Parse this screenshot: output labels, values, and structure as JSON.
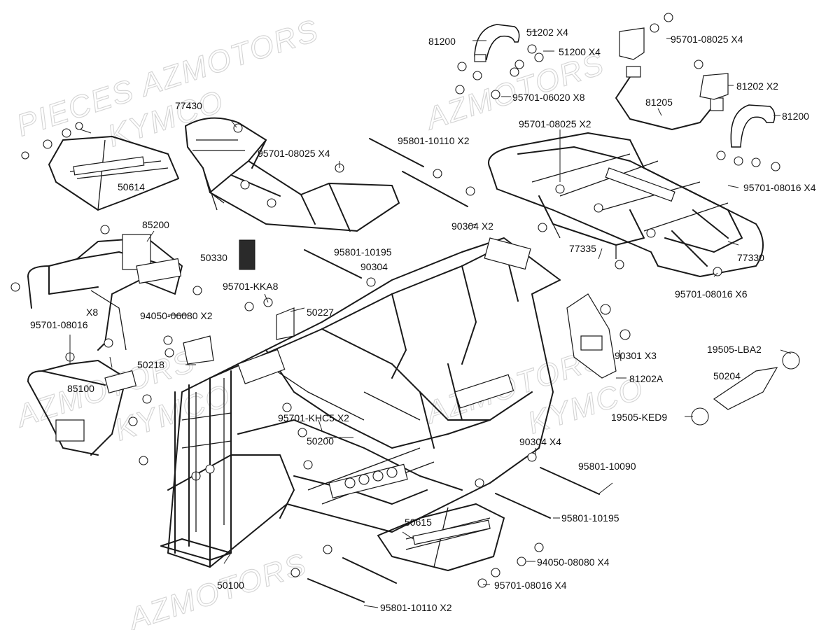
{
  "watermarks": {
    "brand1": "PIECES AZMOTORS",
    "brand2": "KYMCO",
    "brand3": "AZMOTORS",
    "brand4": "AZMOTORS",
    "brand5": "AZMOTORS",
    "brand6": "KYMCO",
    "brand7": "AZMOTORS",
    "brand8": "KYMCO"
  },
  "labels": {
    "p81200_top": "81200",
    "p51202": "51202 X4",
    "p51200": "51200 X4",
    "p95701_08025_x4_top": "95701-08025 X4",
    "p81202_x2": "81202 X2",
    "p95701_06020": "95701-06020 X8",
    "p81205": "81205",
    "p81200_right": "81200",
    "p77430": "77430",
    "p95701_08025_x2": "95701-08025 X2",
    "p95801_10110_top": "95801-10110 X2",
    "p95701_08025_x4_mid": "95701-08025 X4",
    "p95701_08016_x4_right": "95701-08016 X4",
    "p50614": "50614",
    "p90304_x2": "90304   X2",
    "p85200": "85200",
    "p50330": "50330",
    "p95801_10195_top": "95801-10195",
    "p90304_mid": "90304",
    "p77335": "77335",
    "p77330": "77330",
    "p95701_kka8": "95701-KKA8",
    "p95701_08016_x6": "95701-08016 X6",
    "p50227": "50227",
    "pX8": "X8",
    "p94050_06080": "94050-06080 X2",
    "p95701_08016_left": "95701-08016",
    "p90301": "90301  X3",
    "p19505_lba2": "19505-LBA2",
    "p50204": "50204",
    "p50218": "50218",
    "p81202a": "81202A",
    "p85100": "85100",
    "p19505_ked9": "19505-KED9",
    "p95701_khc5": "95701-KHC5 X2",
    "p50200": "50200",
    "p90304_x4": "90304   X4",
    "p95801_10090": "95801-10090",
    "p95801_10195_bottom": "95801-10195",
    "p50615": "50615",
    "p94050_08080": "94050-08080 X4",
    "p50100": "50100",
    "p95701_08016_x4_bottom": "95701-08016 X4",
    "p95801_10110_bottom": "95801-10110 X2"
  }
}
